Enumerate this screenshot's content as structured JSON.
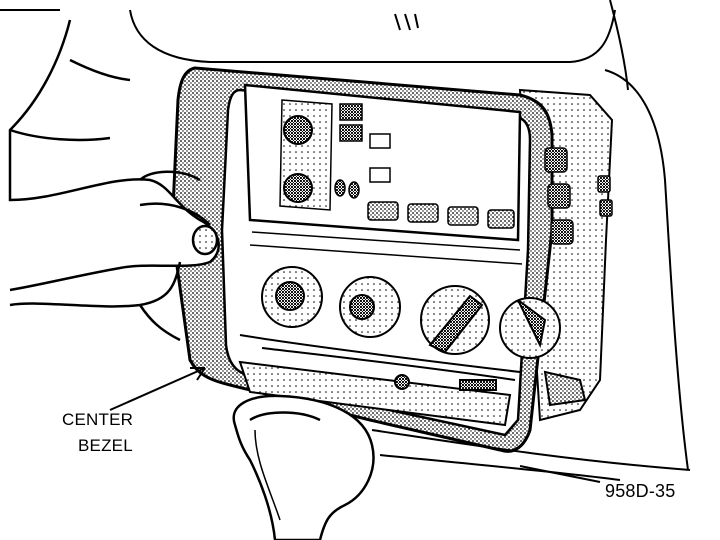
{
  "diagram": {
    "callout": {
      "line1": "CENTER",
      "line2": "BEZEL"
    },
    "figure_id": "958D-35",
    "colors": {
      "ink": "#000000",
      "paper": "#ffffff"
    }
  }
}
